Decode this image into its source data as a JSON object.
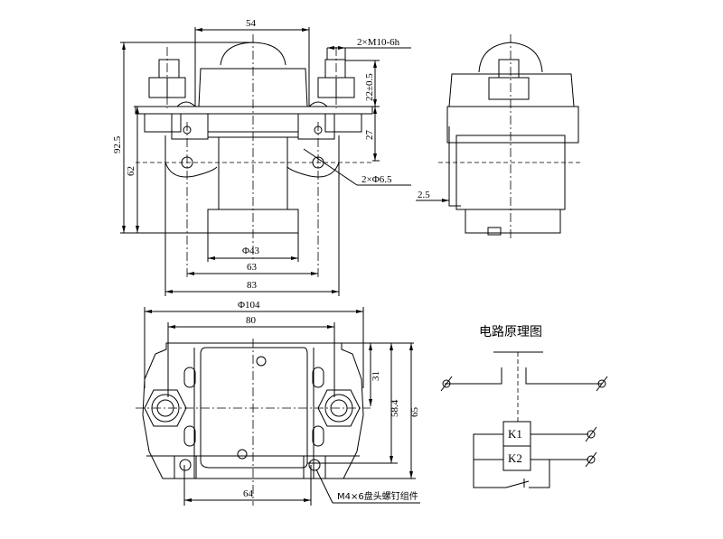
{
  "front_view": {
    "dim_width_top": "54",
    "dim_thread": "2×M10-6h",
    "dim_terminal_height": "22±0.5",
    "dim_mount_height": "27",
    "dim_total_height": "92.5",
    "dim_body_height": "62",
    "dim_holes": "2×Φ6.5",
    "dim_coil_dia": "Φ43",
    "dim_hole_spacing": "63",
    "dim_overall_width": "83"
  },
  "side_view": {
    "dim_offset": "2.5"
  },
  "bottom_view": {
    "dim_diameter": "Φ104",
    "dim_terminal_spacing": "80",
    "dim_31": "31",
    "dim_58_4": "58.4",
    "dim_65": "65",
    "dim_screw_spacing": "64",
    "screw_label": "M4×6盘头螺钉组件"
  },
  "circuit": {
    "title": "电路原理图",
    "coil_1": "K1",
    "coil_2": "K2"
  }
}
